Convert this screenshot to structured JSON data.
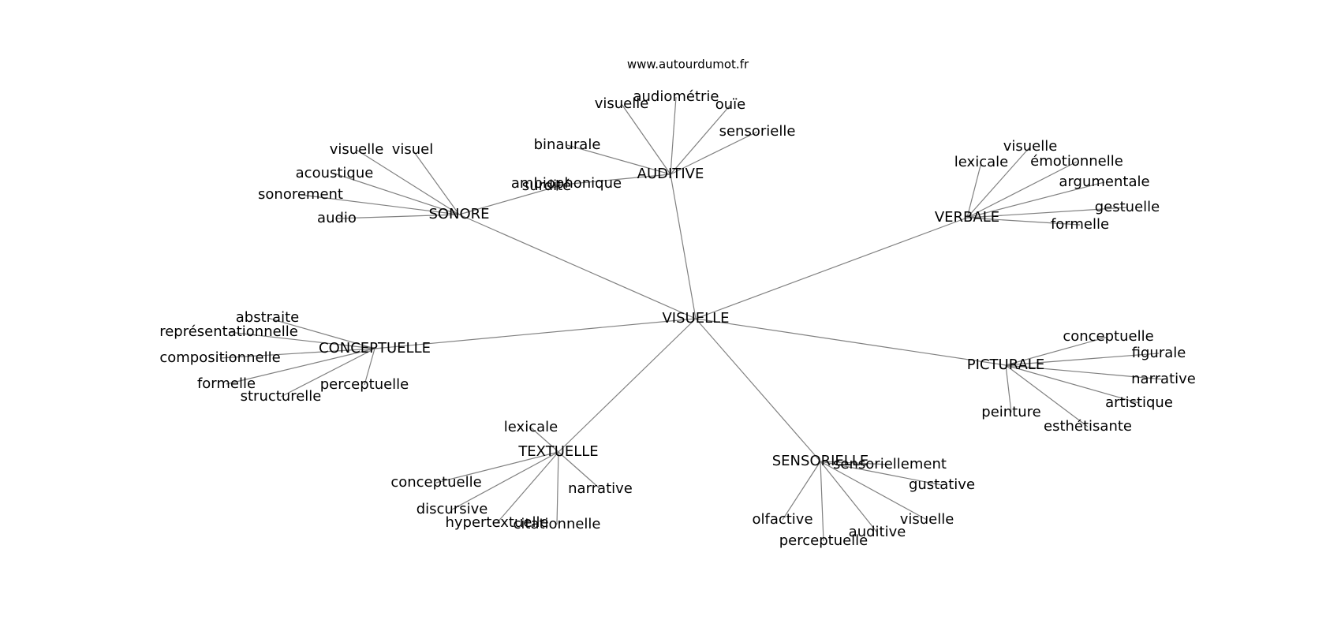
{
  "source": "www.autourdumot.fr",
  "graph": {
    "root": "VISUELLE",
    "edge_color": "#808080",
    "text_color": "#000000",
    "branches": [
      {
        "label": "SONORE",
        "children": [
          "visuelle",
          "visuel",
          "acoustique",
          "sonorement",
          "audio",
          "ambiophonique"
        ]
      },
      {
        "label": "AUDITIVE",
        "children": [
          "visuelle",
          "audiométrie",
          "ouïe",
          "sensorielle",
          "binaurale",
          "surdité"
        ]
      },
      {
        "label": "VERBALE",
        "children": [
          "visuelle",
          "lexicale",
          "émotionnelle",
          "argumentale",
          "gestuelle",
          "formelle"
        ]
      },
      {
        "label": "CONCEPTUELLE",
        "children": [
          "abstraite",
          "représentationnelle",
          "compositionnelle",
          "formelle",
          "structurelle",
          "perceptuelle"
        ]
      },
      {
        "label": "PICTURALE",
        "children": [
          "conceptuelle",
          "figurale",
          "narrative",
          "artistique",
          "esthétisante",
          "peinture"
        ]
      },
      {
        "label": "TEXTUELLE",
        "children": [
          "lexicale",
          "conceptuelle",
          "discursive",
          "hypertextuelle",
          "citationnelle",
          "narrative"
        ]
      },
      {
        "label": "SENSORIELLE",
        "children": [
          "sensoriellement",
          "gustative",
          "visuelle",
          "auditive",
          "perceptuelle",
          "olfactive"
        ]
      }
    ]
  }
}
